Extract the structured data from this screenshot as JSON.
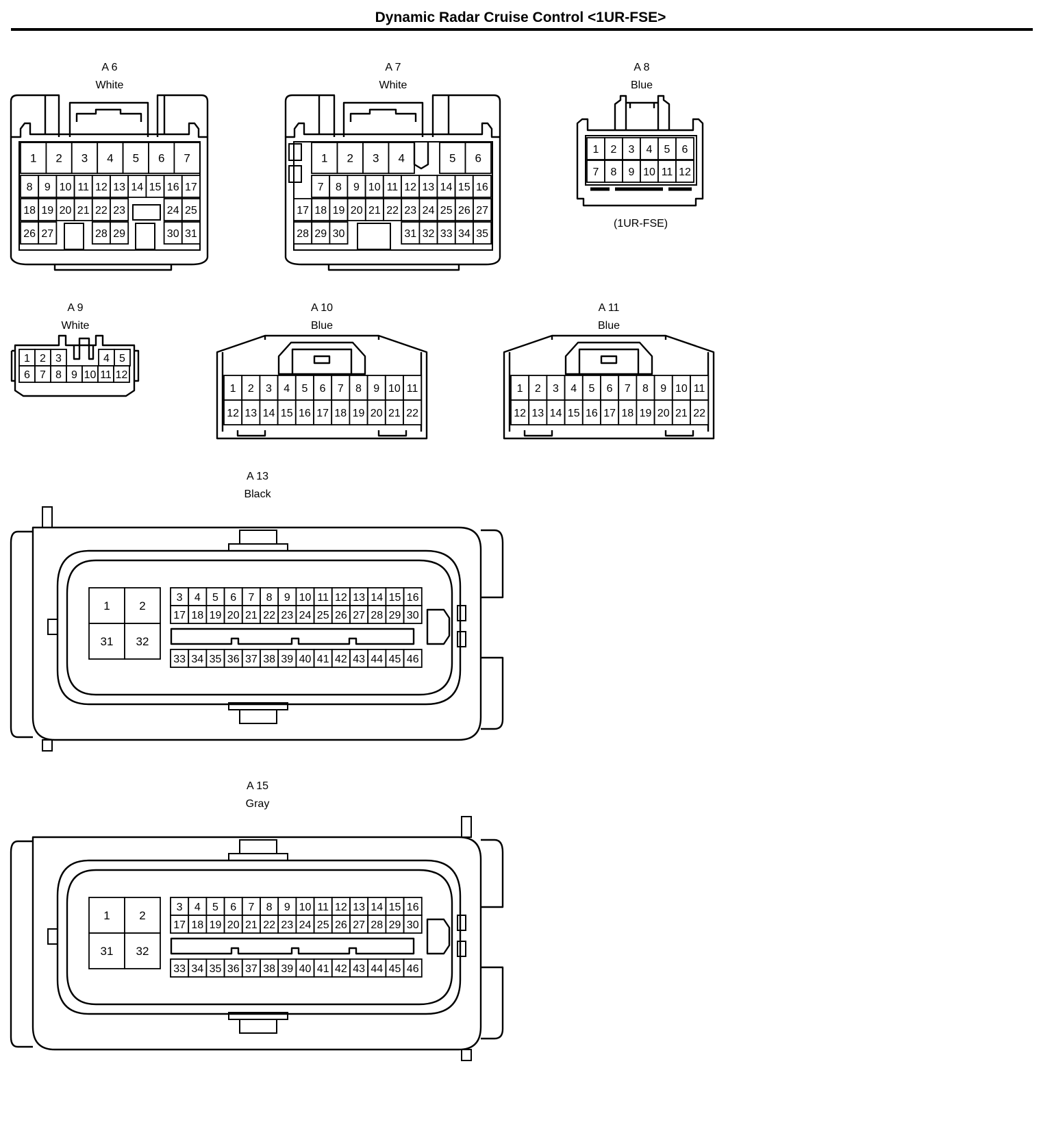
{
  "title": "Dynamic Radar Cruise Control <1UR-FSE>",
  "colors": {
    "line": "#000000",
    "background": "#ffffff"
  },
  "connectors": [
    {
      "id": "A 6",
      "color": "White"
    },
    {
      "id": "A 7",
      "color": "White"
    },
    {
      "id": "A 8",
      "color": "Blue",
      "note": "(1UR-FSE)"
    },
    {
      "id": "A 9",
      "color": "White"
    },
    {
      "id": "A 10",
      "color": "Blue"
    },
    {
      "id": "A 11",
      "color": "Blue"
    },
    {
      "id": "A 13",
      "color": "Black"
    },
    {
      "id": "A 15",
      "color": "Gray"
    }
  ]
}
